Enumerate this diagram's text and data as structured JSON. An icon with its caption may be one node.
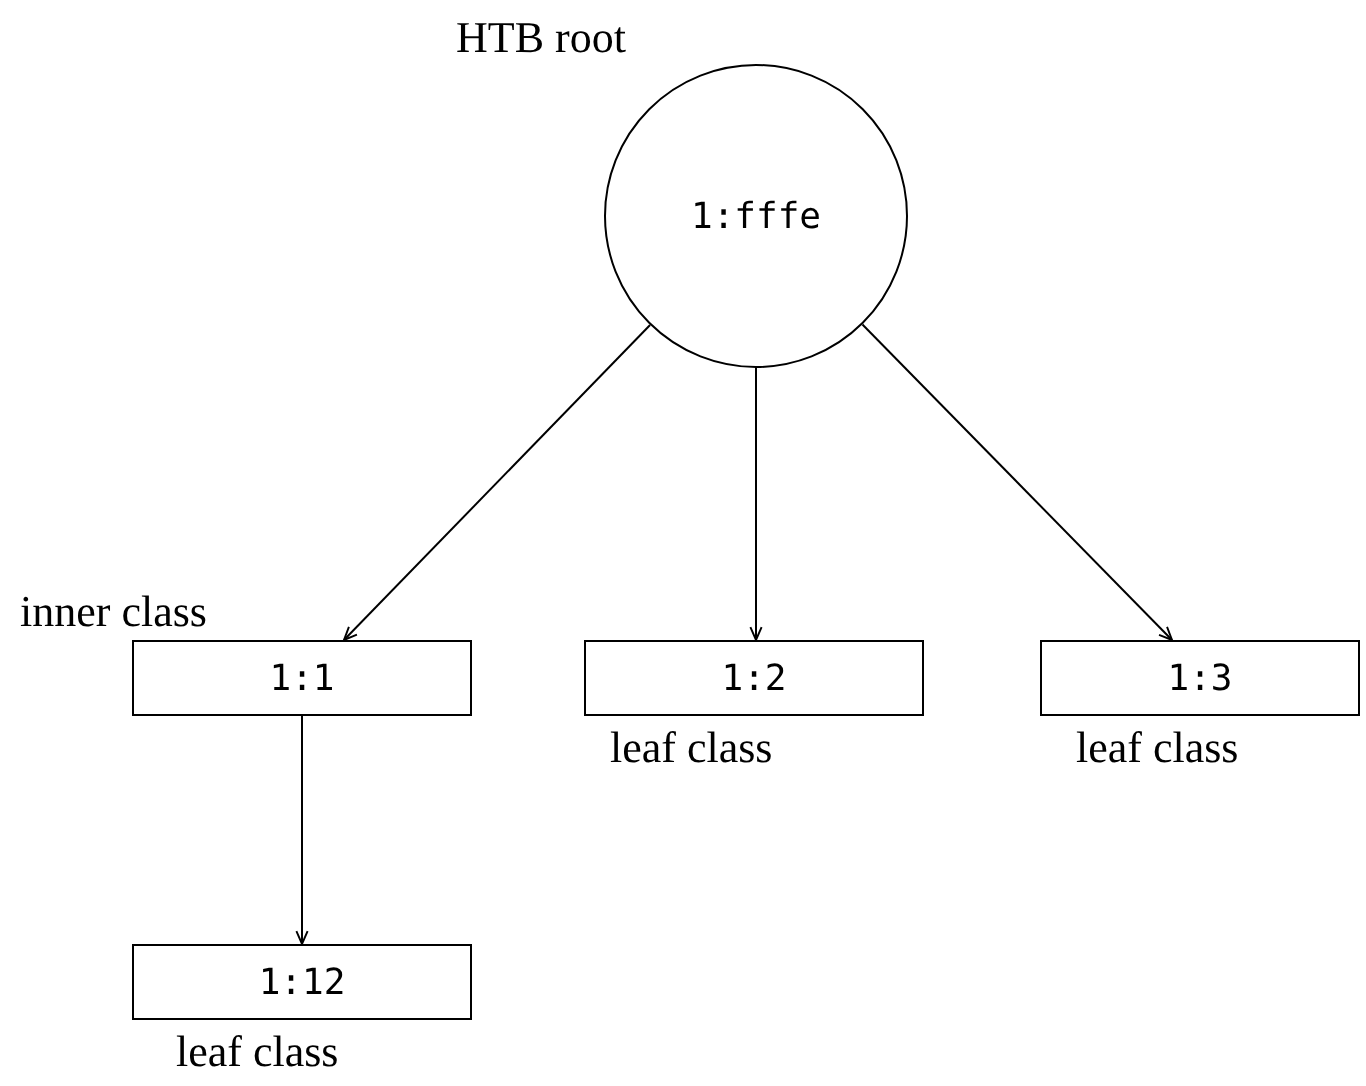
{
  "diagram": {
    "nodes": [
      {
        "text": [
          "1:fffe"
        ],
        "beside": [
          "HTB root"
        ]
      },
      {
        "text": [
          "1:1"
        ],
        "beside": [
          "inner class"
        ]
      },
      {
        "text": [
          "1:2"
        ],
        "beside": [
          "leaf class"
        ]
      },
      {
        "text": [
          "1:3"
        ],
        "beside": [
          "leaf class"
        ]
      },
      {
        "text": [
          "1:12"
        ],
        "beside": [
          "leaf class"
        ]
      }
    ],
    "edges": [
      {
        "from": 0,
        "to": 1,
        "arrow": "to"
      },
      {
        "from": 0,
        "to": 2,
        "arrow": "to"
      },
      {
        "from": 0,
        "to": 3,
        "arrow": "to"
      },
      {
        "from": 1,
        "to": 4,
        "arrow": "to"
      }
    ]
  }
}
